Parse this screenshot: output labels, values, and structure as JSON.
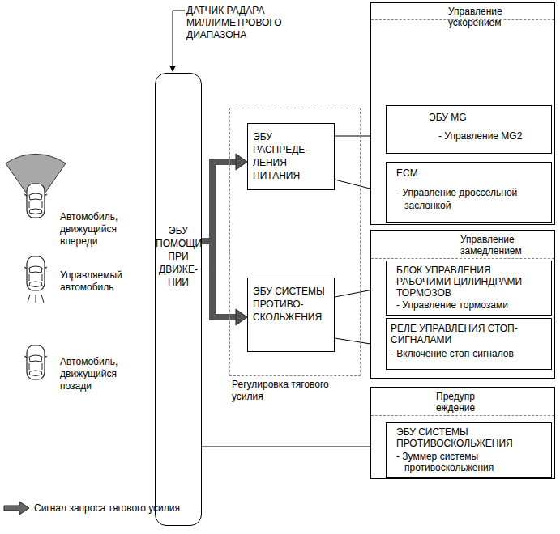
{
  "diagram": {
    "nodes": [
      {
        "text": [
          "ЭБУ ПОМОЩИ ПРИ ДВИЖЕ- НИИ"
        ]
      },
      {
        "text": [
          "Регулировка тягового усилия"
        ]
      },
      {
        "text": [
          "ЭБУ РАСПРЕДЕ- ЛЕНИЯ ПИТАНИЯ"
        ],
        "in": 1
      },
      {
        "text": [
          "ЭБУ СИСТЕМЫ ПРОТИВО- СКОЛЬЖЕНИЯ"
        ],
        "in": 1
      },
      {
        "text": [
          "Управление ускорением"
        ]
      },
      {
        "text": [
          "ЭБУ MG",
          "- Управление MG2"
        ],
        "in": 4
      },
      {
        "text": [
          "ECM",
          "- Управление дроссельной заслонкой"
        ],
        "in": 4
      },
      {
        "text": [
          "Управление замедлением"
        ]
      },
      {
        "text": [
          "БЛОК УПРАВЛЕНИЯ РАБОЧИМИ ЦИЛИНДРАМИ ТОРМОЗОВ",
          "- Управление тормозами"
        ],
        "in": 7
      },
      {
        "text": [
          "РЕЛЕ УПРАВЛЕНИЯ СТОП- СИГНАЛАМИ",
          "- Включение стоп-сигналов"
        ],
        "in": 7
      },
      {
        "text": [
          "Предупр еждение"
        ]
      },
      {
        "text": [
          "ЭБУ СИСТЕМЫ ПРОТИВОСКОЛЬЖЕНИЯ",
          "- Зуммер системы противоскольжения"
        ],
        "in": 10
      }
    ],
    "edges": [
      {
        "from": 0,
        "to": 2,
        "arrow": "to"
      },
      {
        "from": 0,
        "to": 3,
        "arrow": "to"
      },
      {
        "from": 2,
        "to": 5,
        "arrow": "to"
      },
      {
        "from": 2,
        "to": 6,
        "arrow": "to"
      },
      {
        "from": 3,
        "to": 8,
        "arrow": "to"
      },
      {
        "from": 3,
        "to": 9,
        "arrow": "to"
      },
      {
        "from": 0,
        "to": 11,
        "arrow": "to"
      }
    ],
    "labels": [
      "ДАТЧИК РАДАРА МИЛЛИМЕТРОВОГО ДИАПАЗОНА",
      "Автомобиль, движущийся впереди",
      "Управляемый автомобиль",
      "Автомобиль, движущийся позади"
    ],
    "legend": [
      {
        "text": "Сигнал запроса тягового усилия"
      }
    ]
  }
}
